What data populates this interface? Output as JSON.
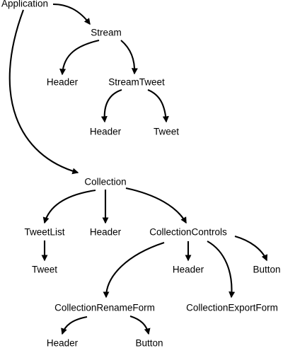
{
  "diagram": {
    "type": "component-tree",
    "stroke_color": "#000000",
    "text_color": "#000000",
    "background_color": "#ffffff",
    "nodes": [
      {
        "id": "application",
        "label": "Application"
      },
      {
        "id": "stream",
        "label": "Stream"
      },
      {
        "id": "stream_header",
        "label": "Header"
      },
      {
        "id": "streamtweet",
        "label": "StreamTweet"
      },
      {
        "id": "streamtweet_header",
        "label": "Header"
      },
      {
        "id": "streamtweet_tweet",
        "label": "Tweet"
      },
      {
        "id": "collection",
        "label": "Collection"
      },
      {
        "id": "tweetlist",
        "label": "TweetList"
      },
      {
        "id": "collection_header",
        "label": "Header"
      },
      {
        "id": "collectioncontrols",
        "label": "CollectionControls"
      },
      {
        "id": "tweetlist_tweet",
        "label": "Tweet"
      },
      {
        "id": "collectionrenameform",
        "label": "CollectionRenameForm"
      },
      {
        "id": "controls_header",
        "label": "Header"
      },
      {
        "id": "collectionexportform",
        "label": "CollectionExportForm"
      },
      {
        "id": "controls_button",
        "label": "Button"
      },
      {
        "id": "rename_header",
        "label": "Header"
      },
      {
        "id": "rename_button",
        "label": "Button"
      }
    ],
    "edges": [
      {
        "from": "application",
        "to": "stream"
      },
      {
        "from": "application",
        "to": "collection"
      },
      {
        "from": "stream",
        "to": "stream_header"
      },
      {
        "from": "stream",
        "to": "streamtweet"
      },
      {
        "from": "streamtweet",
        "to": "streamtweet_header"
      },
      {
        "from": "streamtweet",
        "to": "streamtweet_tweet"
      },
      {
        "from": "collection",
        "to": "tweetlist"
      },
      {
        "from": "collection",
        "to": "collection_header"
      },
      {
        "from": "collection",
        "to": "collectioncontrols"
      },
      {
        "from": "tweetlist",
        "to": "tweetlist_tweet"
      },
      {
        "from": "collectioncontrols",
        "to": "collectionrenameform"
      },
      {
        "from": "collectioncontrols",
        "to": "controls_header"
      },
      {
        "from": "collectioncontrols",
        "to": "collectionexportform"
      },
      {
        "from": "collectioncontrols",
        "to": "controls_button"
      },
      {
        "from": "collectionrenameform",
        "to": "rename_header"
      },
      {
        "from": "collectionrenameform",
        "to": "rename_button"
      }
    ]
  }
}
